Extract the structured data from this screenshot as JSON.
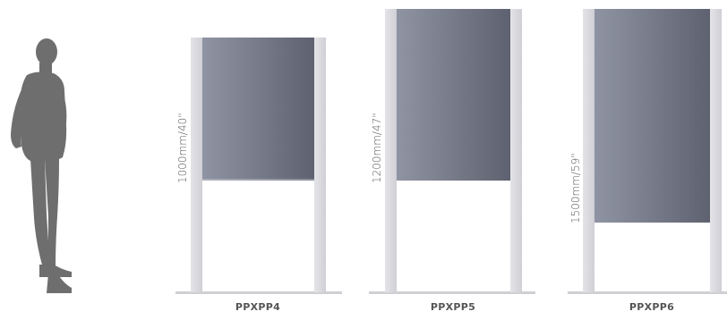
{
  "products": [
    {
      "model": "PPXPP4",
      "dimension": "1000mm/40\""
    },
    {
      "model": "PPXPP5",
      "dimension": "1200mm/47\""
    },
    {
      "model": "PPXPP6",
      "dimension": "1500mm/59\""
    }
  ],
  "colors": {
    "panel_dark": "#5e6270",
    "panel_light": "#8f94a3",
    "post": "#d9d9dd",
    "post_shadow": "#c6c6cc",
    "base": "#cfcfd4",
    "silhouette": "#6e6e6e",
    "text": "#555555"
  },
  "icons": {
    "person": "standing-person-silhouette"
  }
}
